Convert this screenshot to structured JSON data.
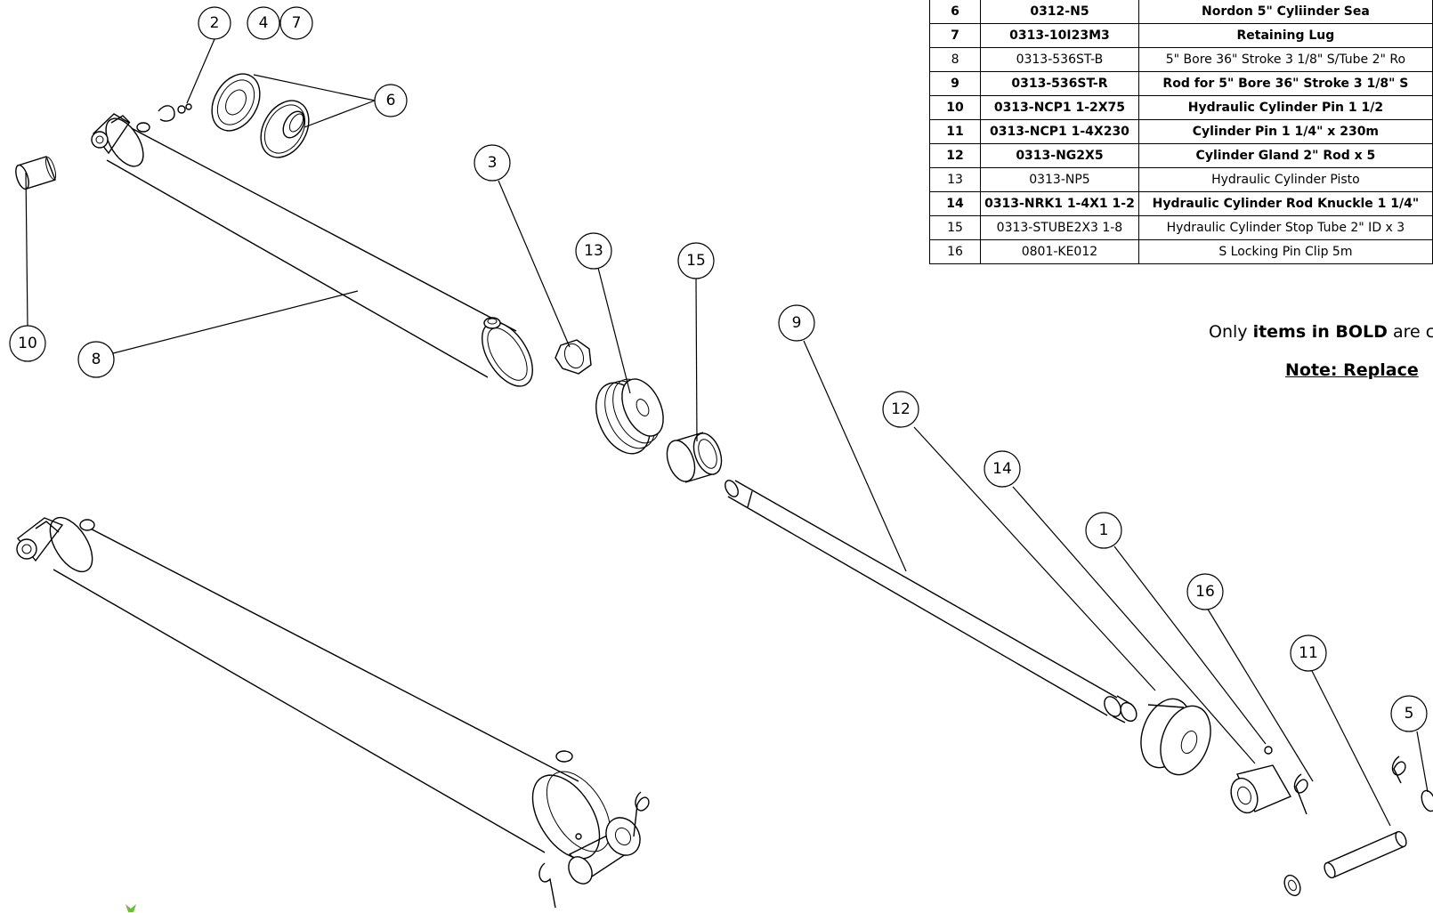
{
  "bom": {
    "rows": [
      {
        "item": "6",
        "part": "0312-N5",
        "desc": "Nordon 5\" Cyliinder Sea",
        "bold": true
      },
      {
        "item": "7",
        "part": "0313-10I23M3",
        "desc": "Retaining Lug",
        "bold": true
      },
      {
        "item": "8",
        "part": "0313-536ST-B",
        "desc": "5\" Bore 36\" Stroke 3 1/8\" S/Tube 2\" Ro",
        "bold": false
      },
      {
        "item": "9",
        "part": "0313-536ST-R",
        "desc": "Rod for 5\" Bore 36\" Stroke 3 1/8\" S",
        "bold": true
      },
      {
        "item": "10",
        "part": "0313-NCP1 1-2X75",
        "desc": "Hydraulic Cylinder Pin 1 1/2",
        "bold": true
      },
      {
        "item": "11",
        "part": "0313-NCP1 1-4X230",
        "desc": "Cylinder Pin 1 1/4\" x 230m",
        "bold": true
      },
      {
        "item": "12",
        "part": "0313-NG2X5",
        "desc": "Cylinder Gland 2\" Rod x 5",
        "bold": true
      },
      {
        "item": "13",
        "part": "0313-NP5",
        "desc": "Hydraulic Cylinder Pisto",
        "bold": false
      },
      {
        "item": "14",
        "part": "0313-NRK1 1-4X1 1-2",
        "desc": "Hydraulic Cylinder Rod Knuckle 1 1/4\"",
        "bold": true
      },
      {
        "item": "15",
        "part": "0313-STUBE2X3 1-8",
        "desc": "Hydraulic Cylinder Stop Tube 2\" ID x 3",
        "bold": false
      },
      {
        "item": "16",
        "part": "0801-KE012",
        "desc": "S Locking Pin Clip 5m",
        "bold": false
      }
    ]
  },
  "notes": {
    "only_prefix": "Only ",
    "only_bold": "items in BOLD",
    "only_suffix": " are c",
    "replace": "Note: Replace"
  },
  "balloons": {
    "b2": "2",
    "b4": "4",
    "b7": "7",
    "b6": "6",
    "b10": "10",
    "b8": "8",
    "b3": "3",
    "b13": "13",
    "b15": "15",
    "b9": "9",
    "b12": "12",
    "b14": "14",
    "b1": "1",
    "b16": "16",
    "b11": "11",
    "b5": "5"
  },
  "colors": {
    "logo": "#6abf3a"
  }
}
